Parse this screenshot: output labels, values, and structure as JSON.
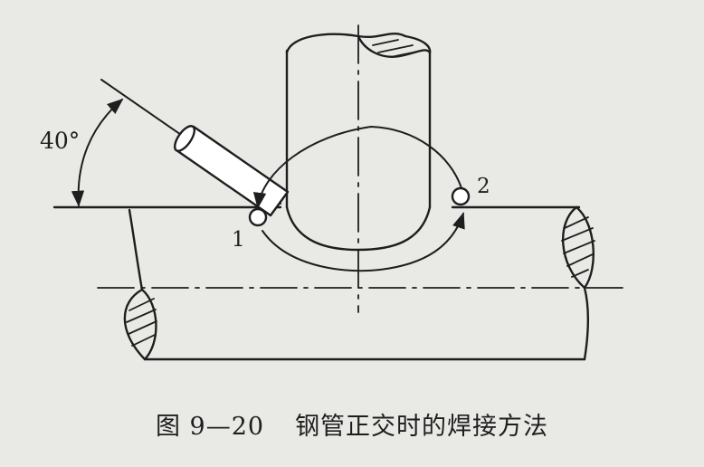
{
  "labels": {
    "angle": "40°",
    "point1": "1",
    "point2": "2"
  },
  "caption": {
    "figure_number": "图 9—20",
    "title": "钢管正交时的焊接方法"
  },
  "colors": {
    "ink": "#1e1e1e",
    "paper": "#e9eae6",
    "fill": "#ffffff"
  },
  "icons": [
    "welding-rod-icon",
    "weld-point-icon",
    "break-hatch-icon"
  ]
}
